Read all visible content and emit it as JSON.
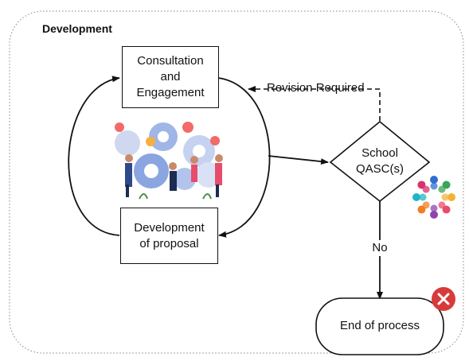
{
  "frame": {
    "title": "Development"
  },
  "nodes": {
    "consultation": {
      "line1": "Consultation",
      "line2": "and",
      "line3": "Engagement"
    },
    "proposal": {
      "line1": "Development",
      "line2": "of proposal"
    },
    "qasc": {
      "line1": "School",
      "line2": "QASC(s)"
    },
    "end": {
      "label": "End of process"
    }
  },
  "edges": {
    "revision": "Revision Required",
    "no": "No"
  },
  "icons": {
    "close_color": "#d83a3a",
    "people_colors": [
      "#2d6fd1",
      "#3aa655",
      "#f2b233",
      "#e84c6c",
      "#8e44ad",
      "#f07f23",
      "#1fb5c6",
      "#d6336c"
    ]
  }
}
